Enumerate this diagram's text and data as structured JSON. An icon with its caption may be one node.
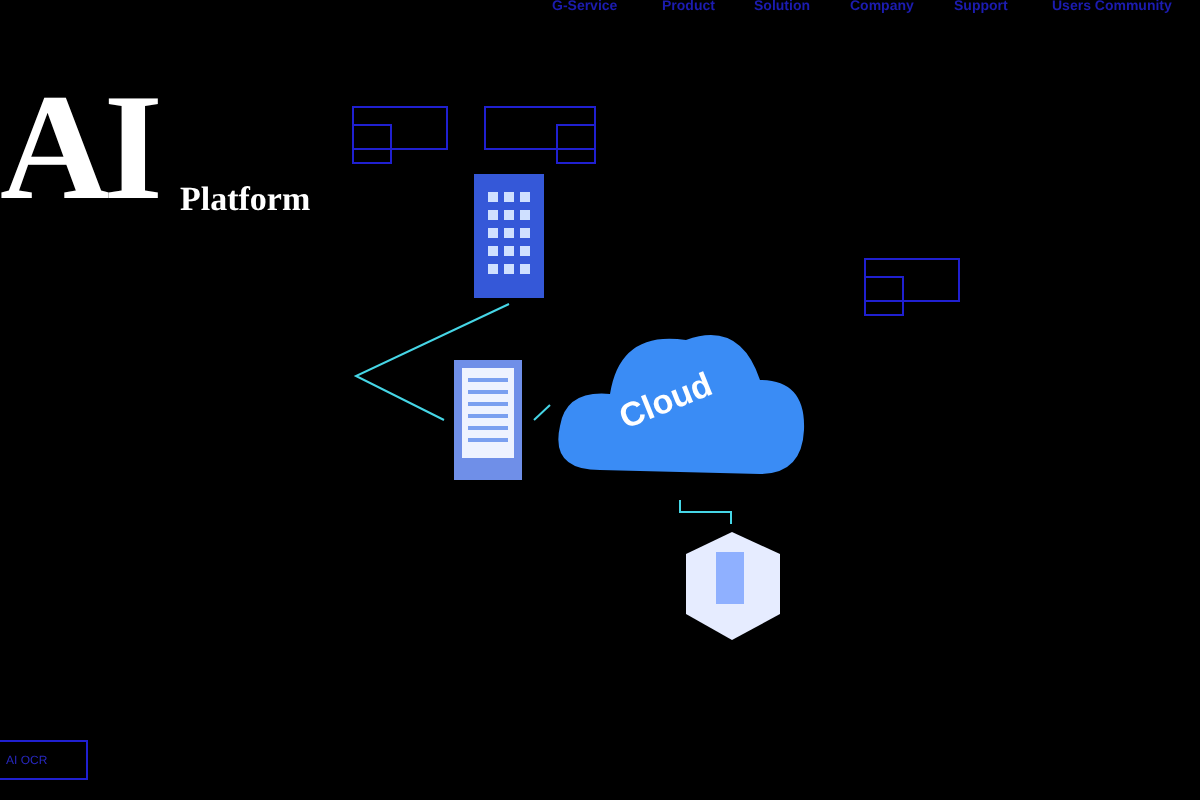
{
  "diagram": {
    "nodes": [
      {
        "text": [
          "Cloud"
        ]
      },
      {
        "text": [],
        "shape": "picture"
      },
      {
        "text": [],
        "shape": "picture"
      },
      {
        "text": [],
        "shape": "picture"
      }
    ],
    "edges": [
      {
        "from": 1,
        "to": 2,
        "arrow": "none"
      },
      {
        "from": 2,
        "to": 0,
        "arrow": "none"
      },
      {
        "from": 0,
        "to": 3,
        "arrow": "none"
      }
    ],
    "labels": [
      "G-Service",
      "Product",
      "Solution",
      "Company",
      "Support",
      "Users Community",
      "AI",
      "Platform",
      "AI OCR"
    ]
  }
}
